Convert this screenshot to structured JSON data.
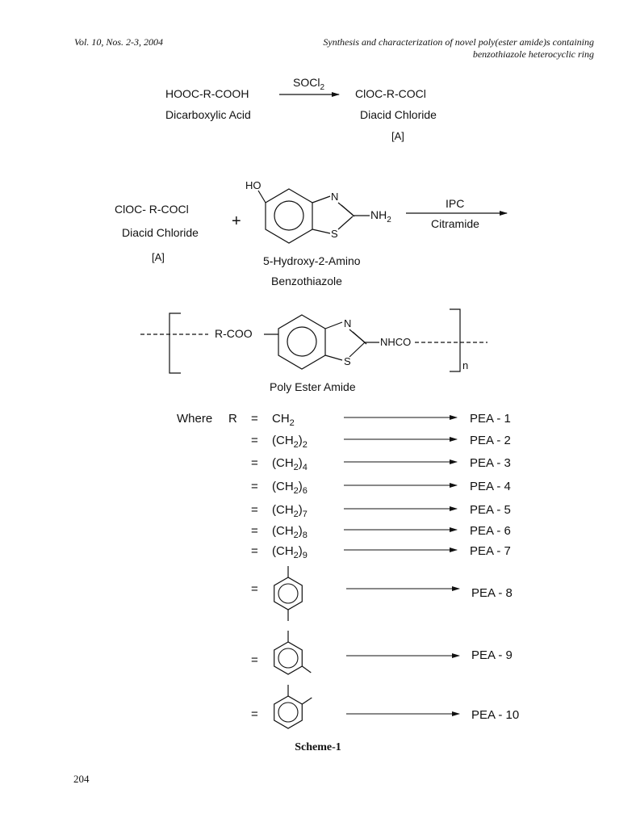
{
  "header": {
    "left": "Vol. 10, Nos. 2-3, 2004",
    "right_line1": "Synthesis and characterization of novel poly(ester amide)s containing",
    "right_line2": "benzothiazole heterocyclic ring"
  },
  "step1": {
    "reactant": "HOOC-R-COOH",
    "reactant_name": "Dicarboxylic Acid",
    "reagent": "SOCl",
    "reagent_sub": "2",
    "product": "ClOC-R-COCl",
    "product_name": "Diacid Chloride",
    "product_label": "[A]"
  },
  "step2": {
    "reactant1": "ClOC- R-COCl",
    "reactant1_name": "Diacid Chloride",
    "reactant1_label": "[A]",
    "plus": "+",
    "oh": "HO",
    "n": "N",
    "s": "S",
    "nh2": "NH",
    "nh2_sub": "2",
    "reactant2_name_line1": "5-Hydroxy-2-Amino",
    "reactant2_name_line2": "Benzothiazole",
    "reagent_top": "IPC",
    "reagent_bottom": "Citramide"
  },
  "polymer": {
    "r_coo": "R-COO",
    "n": "N",
    "s": "S",
    "nhco": "NHCO",
    "subscript": "n",
    "name": "Poly Ester Amide"
  },
  "table": {
    "where": "Where",
    "r": "R",
    "eq": "=",
    "rows": [
      {
        "formula": "CH",
        "sub": "2",
        "paren": false,
        "product": "PEA - 1"
      },
      {
        "formula": "(CH",
        "sub": "2",
        "tail": ")2",
        "paren": true,
        "product": "PEA - 2"
      },
      {
        "formula": "(CH",
        "sub": "2",
        "tail": ")4",
        "paren": true,
        "product": "PEA - 3"
      },
      {
        "formula": "(CH",
        "sub": "2",
        "tail": ")6",
        "paren": true,
        "product": "PEA - 4"
      },
      {
        "formula": "(CH",
        "sub": "2",
        "tail": ")7",
        "paren": true,
        "product": "PEA - 5"
      },
      {
        "formula": "(CH",
        "sub": "2",
        "tail": ")8",
        "paren": true,
        "product": "PEA - 6"
      },
      {
        "formula": "(CH",
        "sub": "2",
        "tail": ")9",
        "paren": true,
        "product": "PEA - 7"
      }
    ],
    "ring_rows": [
      {
        "product": "PEA - 8"
      },
      {
        "product": "PEA - 9"
      },
      {
        "product": "PEA - 10"
      }
    ]
  },
  "caption": "Scheme-1",
  "page_number": "204"
}
